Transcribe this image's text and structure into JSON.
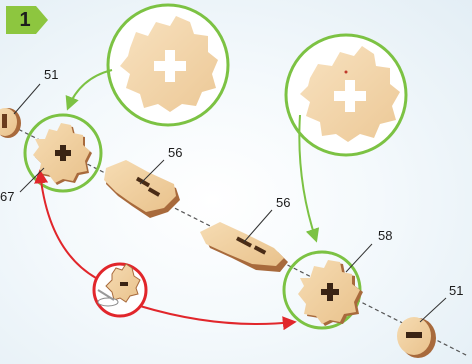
{
  "step": {
    "number": "1"
  },
  "labels": {
    "part_51_top": "51",
    "part_67": "67",
    "part_56_left": "56",
    "part_56_right": "56",
    "part_58": "58",
    "part_51_bottom": "51"
  },
  "colors": {
    "badge_green": "#8dc63f",
    "callout_green": "#7cc243",
    "callout_red": "#e1262b",
    "wood_face": "#f1d2a3",
    "wood_edge": "#a86a3c",
    "dashed_axis": "#555555"
  },
  "icons": [
    "step-badge-arrow-icon",
    "gear-with-cross-hole-icon",
    "connector-piece-icon",
    "washer-icon",
    "glue-drop-icon"
  ]
}
